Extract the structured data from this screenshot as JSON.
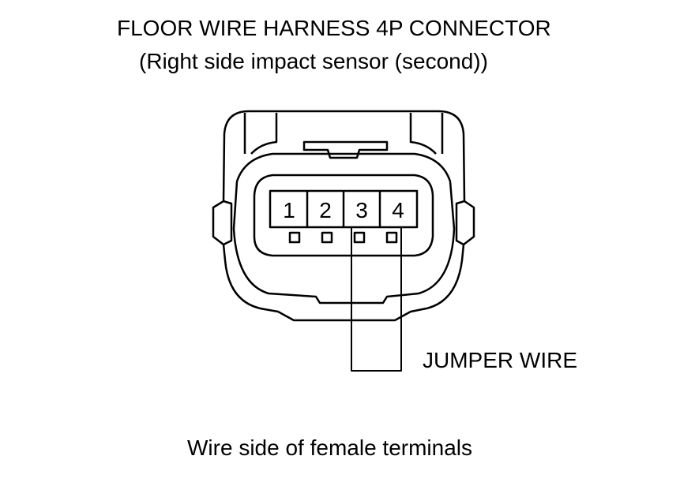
{
  "diagram": {
    "title": "FLOOR WIRE HARNESS 4P CONNECTOR",
    "subtitle": "(Right side impact sensor (second))",
    "pins": [
      "1",
      "2",
      "3",
      "4"
    ],
    "jumper_wire_label": "JUMPER WIRE",
    "jumper_connects_pins": [
      "3",
      "4"
    ],
    "caption": "Wire side of female terminals"
  }
}
